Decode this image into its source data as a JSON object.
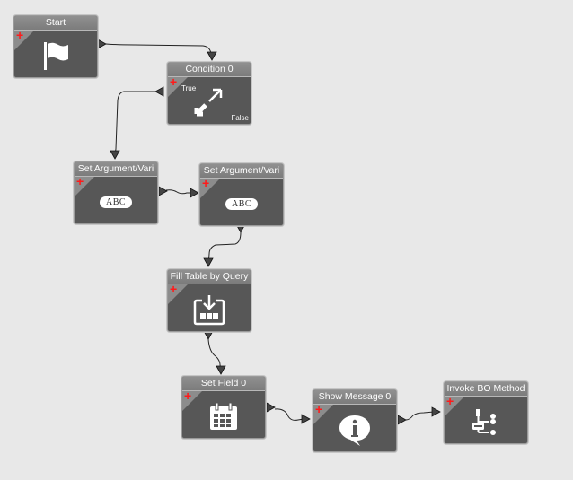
{
  "nodes": {
    "start": {
      "title": "Start",
      "icon": "flag-icon"
    },
    "condition": {
      "title": "Condition 0",
      "icon": "expand-arrows-icon",
      "true_label": "True",
      "false_label": "False"
    },
    "set_arg_1": {
      "title": "Set Argument/Vari",
      "icon": "abc-text-icon",
      "icon_text": "ABC"
    },
    "set_arg_2": {
      "title": "Set Argument/Vari",
      "icon": "abc-text-icon",
      "icon_text": "ABC"
    },
    "fill_table": {
      "title": "Fill Table by Query",
      "icon": "table-download-icon"
    },
    "set_field": {
      "title": "Set Field 0",
      "icon": "calendar-icon"
    },
    "show_message": {
      "title": "Show Message 0",
      "icon": "info-bubble-icon"
    },
    "invoke_bo": {
      "title": "Invoke BO Method",
      "icon": "method-hierarchy-icon"
    }
  },
  "add_symbol": "+",
  "colors": {
    "node_body": "#575757",
    "node_header": "#868686",
    "add_plus": "#ff1a1a",
    "canvas": "#e8e8e8",
    "wire": "#222222"
  }
}
